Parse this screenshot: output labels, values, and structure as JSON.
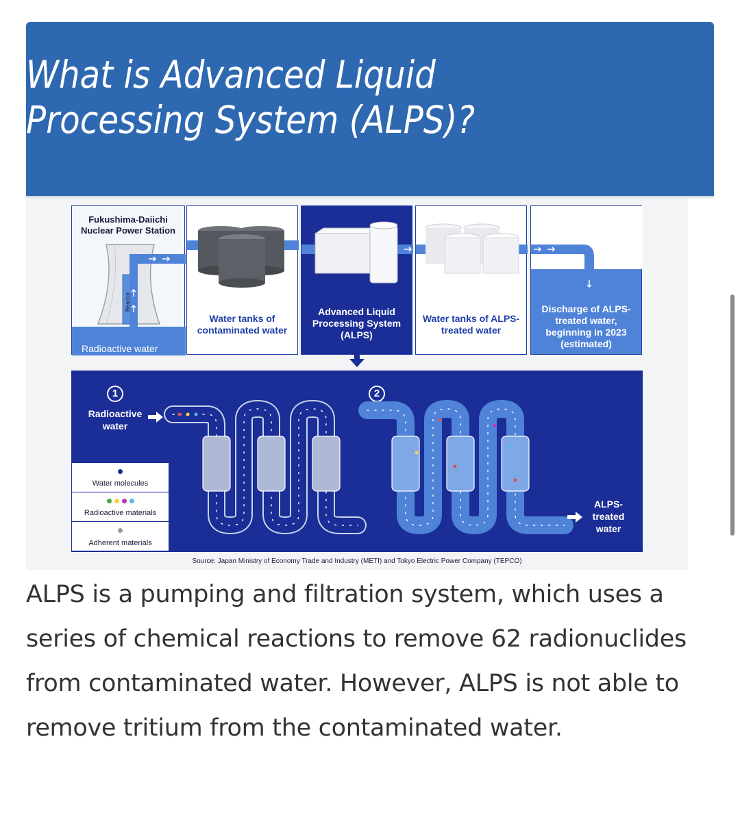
{
  "article": {
    "heading": "What is Advanced Liquid Processing System (ALPS)?",
    "body": "ALPS is a pumping and filtration system, which uses a series of chemical reactions to remove 62 radionuclides from contaminated water. However, ALPS is not able to remove tritium from the contaminated water."
  },
  "infographic": {
    "plant": {
      "title": "Fukushima-Daiichi Nuclear Power Station",
      "reactor_label": "Reactor",
      "water_label": "Radioactive water"
    },
    "panels": [
      {
        "label": "Water tanks of contaminated water"
      },
      {
        "label": "Advanced Liquid Processing System (ALPS)"
      },
      {
        "label": "Water tanks of ALPS-treated water"
      },
      {
        "label": "Discharge of ALPS-treated water, beginning in 2023 (estimated)"
      }
    ],
    "process": {
      "step1": "1",
      "step2": "2",
      "input_label": "Radioactive water",
      "output_label": "ALPS-treated water"
    },
    "legend": {
      "water_molecules": "Water molecules",
      "radioactive_materials": "Radioactive materials",
      "adherent_materials": "Adherent materials"
    },
    "source": "Source: Japan Ministry of Economy Trade and Industry (METI) and Tokyo Electric Power Company (TEPCO)"
  },
  "colors": {
    "banner": "#2e68b1",
    "navy": "#1b2d96",
    "accent_blue": "#1f3fa8",
    "light_water": "#4f83d8",
    "text": "#333333"
  }
}
